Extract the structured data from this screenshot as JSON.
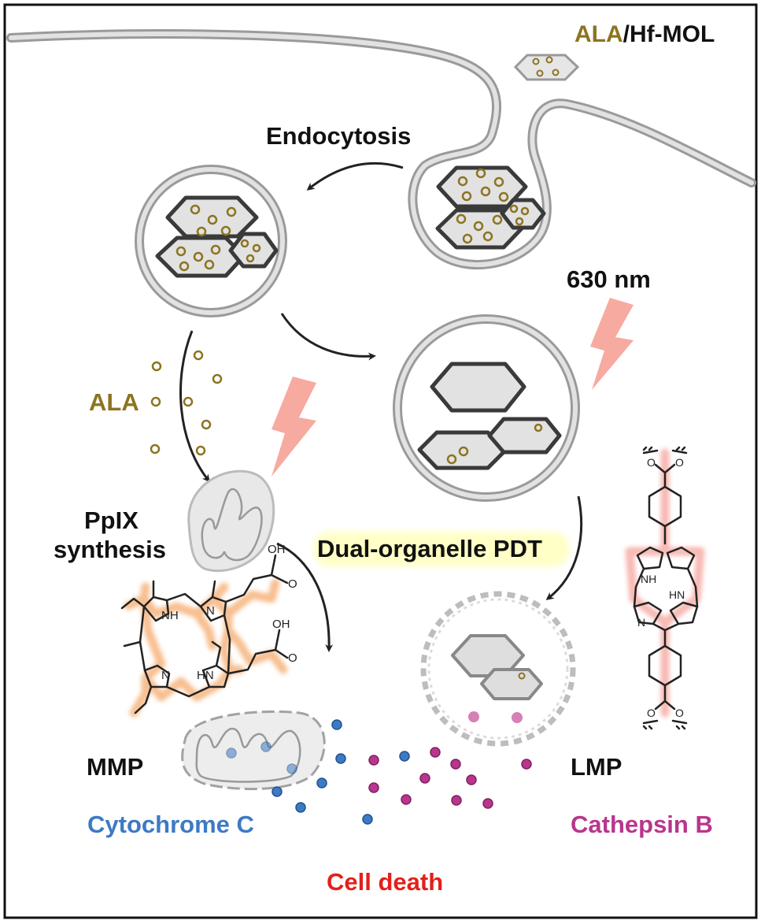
{
  "labels": {
    "hf_mol_prefix": "ALA",
    "hf_mol_suffix": "/Hf-MOL",
    "endocytosis": "Endocytosis",
    "wavelength": "630 nm",
    "ala": "ALA",
    "ppix_line1": "PpIX",
    "ppix_line2": "synthesis",
    "dual_pdt": "Dual-organelle PDT",
    "mmp": "MMP",
    "lmp": "LMP",
    "cytochrome": "Cytochrome C",
    "cathepsin": "Cathepsin B",
    "cell_death": "Cell death"
  },
  "chem_labels": {
    "oh_top": "OH",
    "o_top": "O",
    "oh_bottom": "OH",
    "o_bottom": "O",
    "nh_ppix": "NH",
    "n_ppix_right": "N",
    "n_ppix_left": "N",
    "hn_ppix": "HN",
    "nh_linker": "NH",
    "n_linker": "N",
    "hn_linker": "HN",
    "o_linker_top_left": "O",
    "o_linker_top_right": "O",
    "o_linker_bottom_left": "O",
    "o_linker_bottom_right": "O"
  },
  "colors": {
    "ala_gold": "#8c7420",
    "cytochrome_blue": "#3d7ac4",
    "cathepsin_magenta": "#b8368c",
    "cell_death_red": "#e3201b",
    "membrane_gray": "#a8a8a8",
    "mof_fill": "#e4e4e4",
    "mof_stroke": "#444444",
    "light_pink": "#f7a59a",
    "ppix_glow": "#f4a96a",
    "linker_glow": "#f49b93",
    "pdt_highlight": "#ffffc0"
  }
}
